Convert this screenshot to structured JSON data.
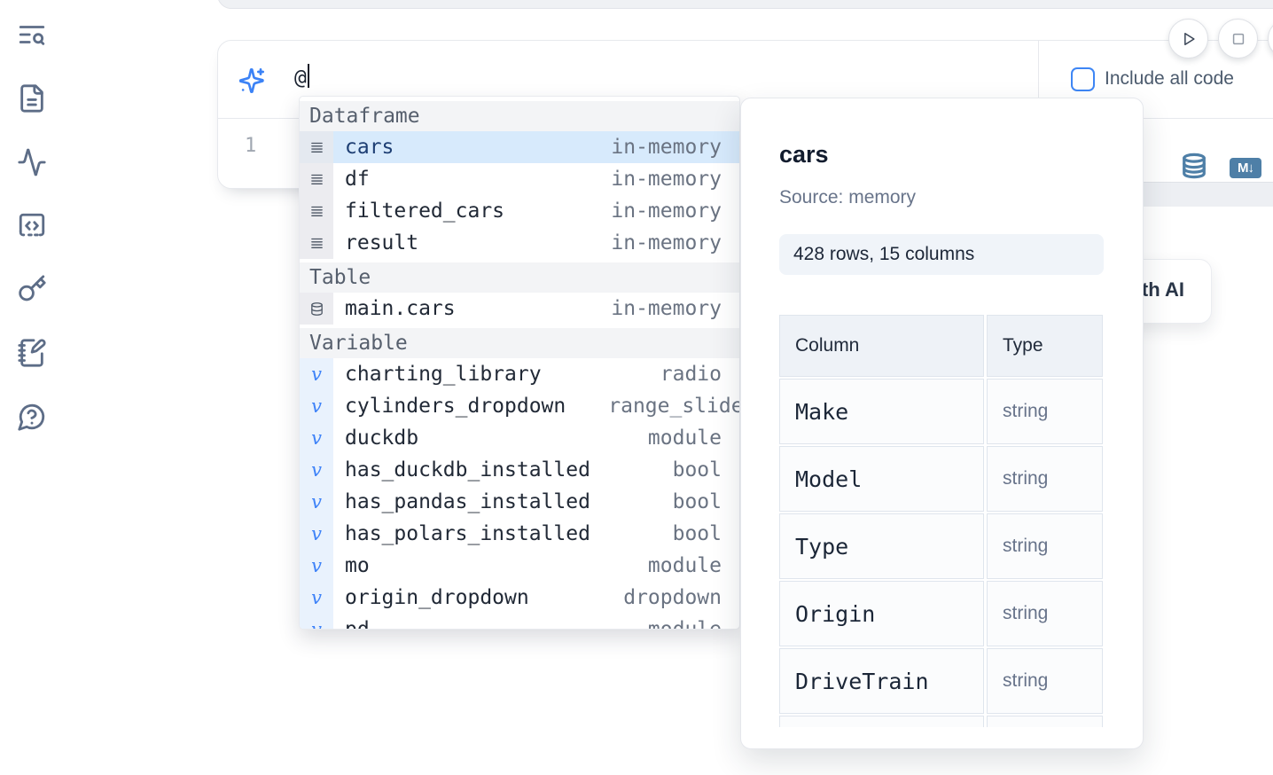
{
  "sidebar": {
    "items": [
      {
        "icon": "text-search-icon"
      },
      {
        "icon": "file-text-icon"
      },
      {
        "icon": "activity-icon"
      },
      {
        "icon": "code-square-icon"
      },
      {
        "icon": "key-icon"
      },
      {
        "icon": "notebook-pen-icon"
      },
      {
        "icon": "help-circle-icon"
      }
    ]
  },
  "toolbar": {
    "buttons": [
      {
        "icon": "play-icon"
      },
      {
        "icon": "stop-square-icon"
      },
      {
        "icon": "clipped-button"
      }
    ]
  },
  "prompt": {
    "value": "@",
    "include_all_code": {
      "label": "Include all code",
      "checked": false
    }
  },
  "cell": {
    "line_number": "1",
    "toolbar": {
      "database_icon": "database-icon",
      "markdown_badge": "M↓"
    }
  },
  "autocomplete": {
    "sections": [
      {
        "label": "Dataframe",
        "kind": "dataframe",
        "items": [
          {
            "name": "cars",
            "type": "in-memory",
            "selected": true
          },
          {
            "name": "df",
            "type": "in-memory"
          },
          {
            "name": "filtered_cars",
            "type": "in-memory"
          },
          {
            "name": "result",
            "type": "in-memory"
          }
        ]
      },
      {
        "label": "Table",
        "kind": "table",
        "items": [
          {
            "name": "main.cars",
            "type": "in-memory"
          }
        ]
      },
      {
        "label": "Variable",
        "kind": "variable",
        "items": [
          {
            "name": "charting_library",
            "type": "radio"
          },
          {
            "name": "cylinders_dropdown",
            "type": "range_slider"
          },
          {
            "name": "duckdb",
            "type": "module"
          },
          {
            "name": "has_duckdb_installed",
            "type": "bool"
          },
          {
            "name": "has_pandas_installed",
            "type": "bool"
          },
          {
            "name": "has_polars_installed",
            "type": "bool"
          },
          {
            "name": "mo",
            "type": "module"
          },
          {
            "name": "origin_dropdown",
            "type": "dropdown"
          },
          {
            "name": "pd",
            "type": "module"
          }
        ]
      }
    ]
  },
  "preview": {
    "title": "cars",
    "source": "Source: memory",
    "shape": "428 rows, 15 columns",
    "table": {
      "headers": [
        "Column",
        "Type"
      ],
      "rows": [
        [
          "Make",
          "string"
        ],
        [
          "Model",
          "string"
        ],
        [
          "Type",
          "string"
        ],
        [
          "Origin",
          "string"
        ],
        [
          "DriveTrain",
          "string"
        ],
        [
          "",
          ""
        ]
      ]
    }
  },
  "generate_ai_button": {
    "label": "Generate with AI"
  }
}
